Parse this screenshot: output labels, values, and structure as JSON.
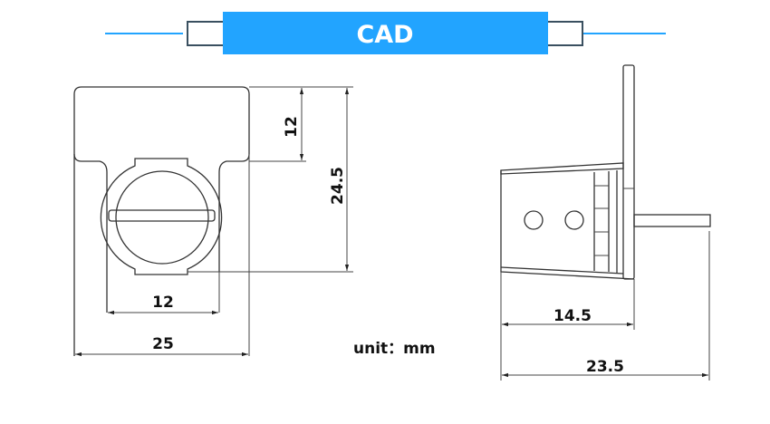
{
  "header": {
    "title": "CAD",
    "accent_color": "#22a4ff"
  },
  "front_view": {
    "dimensions": {
      "tab_height": "12",
      "total_height": "24.5",
      "body_width": "12",
      "total_width": "25"
    }
  },
  "side_view": {
    "dimensions": {
      "body_length": "14.5",
      "total_length": "23.5"
    }
  },
  "unit_label": "unit：mm"
}
